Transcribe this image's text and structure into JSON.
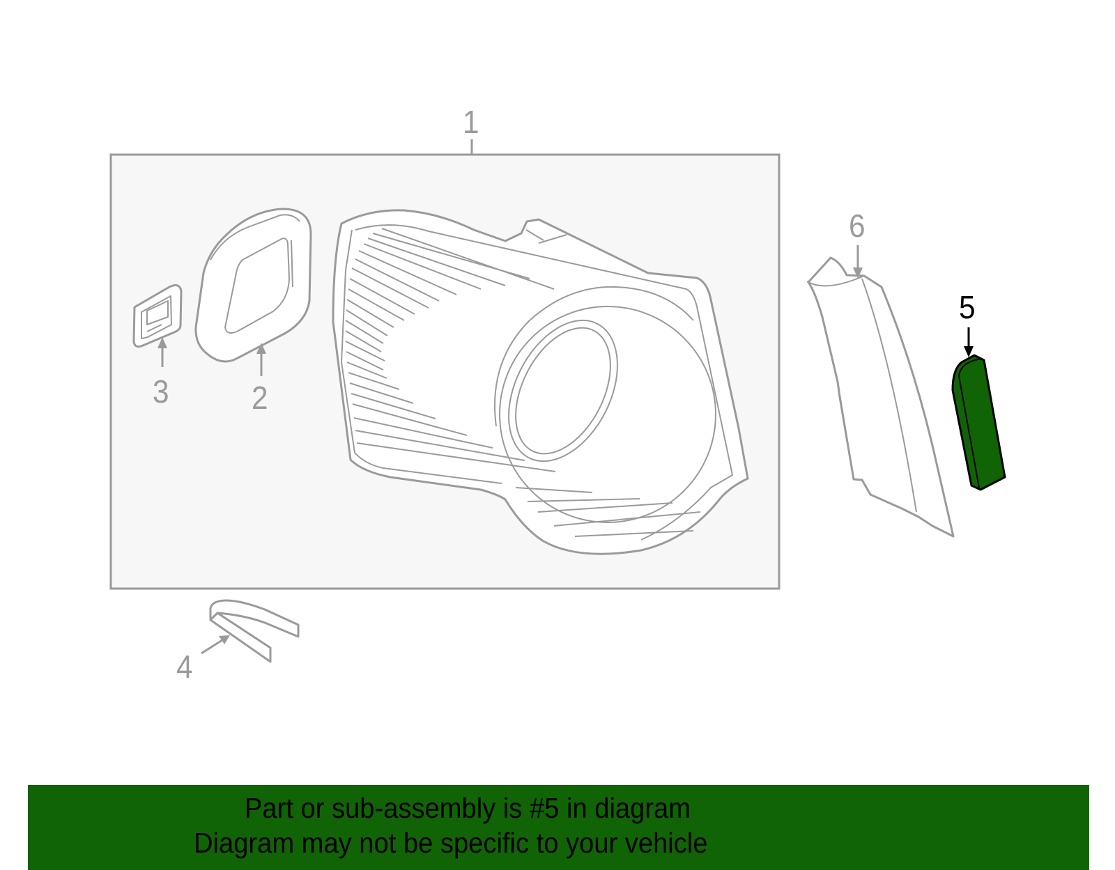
{
  "diagram": {
    "type": "exploded-parts-diagram",
    "highlighted_part": "5",
    "colors": {
      "outline": "#9a9a9a",
      "group_box_fill": "#f7f7f7",
      "part_fill": "#ffffff",
      "highlight_fill": "#116405",
      "highlight_outline": "#000000",
      "banner_bg": "#116405",
      "banner_text": "#000000"
    },
    "callouts": [
      {
        "number": "1",
        "part": "tail-lamp-assembly"
      },
      {
        "number": "2",
        "part": "gasket-large"
      },
      {
        "number": "3",
        "part": "gasket-small"
      },
      {
        "number": "4",
        "part": "seal-strip"
      },
      {
        "number": "5",
        "part": "reflector-trim",
        "highlighted": true
      },
      {
        "number": "6",
        "part": "side-panel-trim"
      }
    ]
  },
  "banner": {
    "line1": "Part or sub-assembly is #5 in diagram",
    "line2": "Diagram may not be specific to your vehicle"
  }
}
